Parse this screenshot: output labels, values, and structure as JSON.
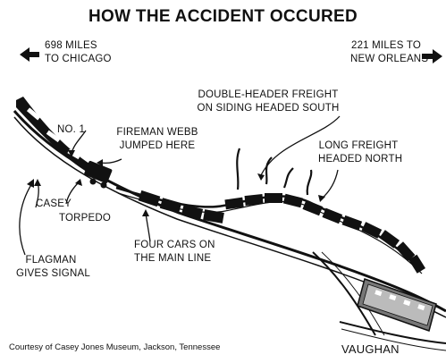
{
  "title": "HOW THE ACCIDENT OCCURED",
  "direction_left": {
    "icon": "arrow-left-icon",
    "line1": "698 MILES",
    "line2": "TO CHICAGO"
  },
  "direction_right": {
    "icon": "arrow-right-icon",
    "line1": "221 MILES TO",
    "line2": "NEW ORLEANS"
  },
  "labels": {
    "no1": "NO. 1",
    "fireman_line1": "FIREMAN WEBB",
    "fireman_line2": "JUMPED HERE",
    "double_header_line1": "DOUBLE-HEADER FREIGHT",
    "double_header_line2": "ON SIDING HEADED SOUTH",
    "long_freight_line1": "LONG FREIGHT",
    "long_freight_line2": "HEADED NORTH",
    "casey": "CASEY",
    "torpedo": "TORPEDO",
    "four_cars_line1": "FOUR CARS ON",
    "four_cars_line2": "THE MAIN LINE",
    "flagman_line1": "FLAGMAN",
    "flagman_line2": "GIVES SIGNAL",
    "vaughan": "VAUGHAN"
  },
  "credit": "Courtesy of Casey Jones Museum, Jackson, Tennessee",
  "colors": {
    "ink": "#111111",
    "background": "#ffffff",
    "station_gray": "#777777"
  }
}
